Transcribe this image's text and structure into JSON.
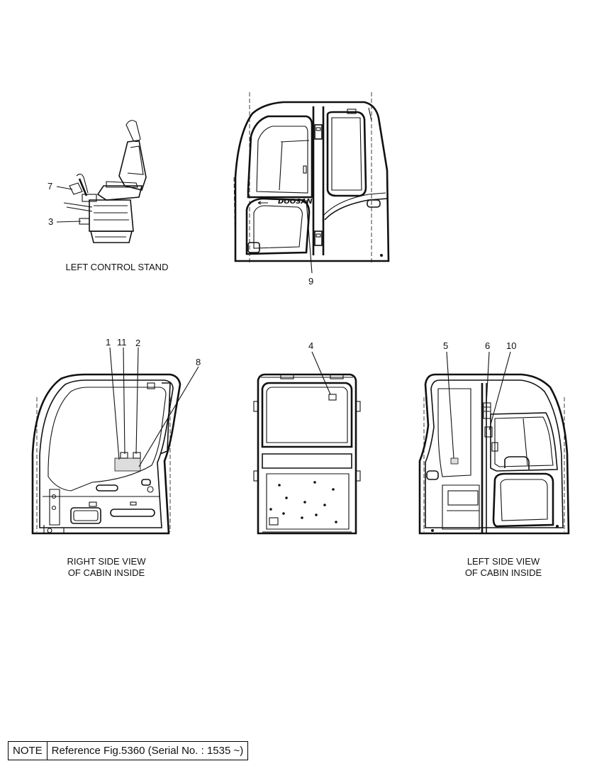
{
  "views": {
    "left_control_stand": "LEFT CONTROL STAND",
    "right_side_line1": "RIGHT SIDE VIEW",
    "right_side_line2": "OF CABIN INSIDE",
    "left_side_line1": "LEFT SIDE VIEW",
    "left_side_line2": "OF CABIN INSIDE"
  },
  "callouts": {
    "c1": "1",
    "c2": "2",
    "c3": "3",
    "c4": "4",
    "c5": "5",
    "c6": "6",
    "c7": "7",
    "c8": "8",
    "c9": "9",
    "c10": "10",
    "c11": "11"
  },
  "door_logo": "DOOSAN",
  "note": {
    "label": "NOTE",
    "text": "Reference Fig.5360 (Serial No. : 1535 ~)"
  }
}
